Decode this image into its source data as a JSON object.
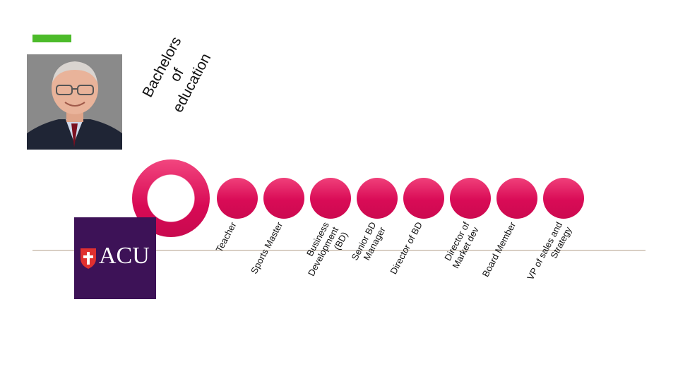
{
  "degree": {
    "text": "Bachelors of\neducation"
  },
  "logo": {
    "text": "ACU",
    "bg": "#3d1257",
    "shield_color": "#e03030"
  },
  "accent_color": "#4cbb2a",
  "circle_color": "#d90b56",
  "stages": [
    {
      "label": "Teacher"
    },
    {
      "label": "Sports Master"
    },
    {
      "label": "Business\nDevelopment\n(BD)"
    },
    {
      "label": "Senior BD\nManager"
    },
    {
      "label": "Director of BD"
    },
    {
      "label": "Director of\nMarket dev"
    },
    {
      "label": "Board Member"
    },
    {
      "label": "VP of sales and\nStrategy"
    }
  ]
}
